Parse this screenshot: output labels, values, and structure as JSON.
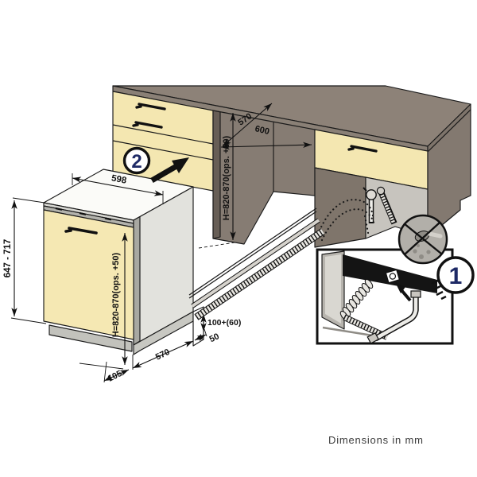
{
  "diagram": {
    "note": "Dimensions in mm",
    "steps": {
      "one": "1",
      "two": "2"
    },
    "dishwasher": {
      "width_top": "598",
      "door_height": "647 - 717",
      "height": "H=820-870(ops. +50)",
      "base_depth": "570",
      "front_offset": "105",
      "rear_gap_depth": "50",
      "rear_gap_height": "100+(60)"
    },
    "niche": {
      "height": "H=820-870(ops. +50)",
      "depth": "570",
      "width": "600"
    },
    "colors": {
      "counter_top": "#8d8278",
      "counter_front": "#8a8076",
      "counter_side": "#837970",
      "niche_wall": "#867c73",
      "cabinet_front": "#f4e7b1",
      "dishwasher_door": "#f5e8b3",
      "interior": "#c7c4be",
      "line": "#1a1a1a",
      "callout": "#1e2a66"
    }
  }
}
